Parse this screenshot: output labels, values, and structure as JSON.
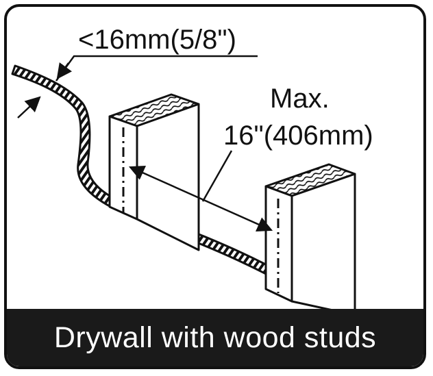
{
  "labels": {
    "thickness": "<16mm(5/8\")",
    "spacing_line1": "Max.",
    "spacing_line2": "16\"(406mm)"
  },
  "caption": "Drywall with wood studs",
  "colors": {
    "ink": "#111111",
    "caption_bg": "#1a1a1a",
    "caption_text": "#ffffff"
  }
}
